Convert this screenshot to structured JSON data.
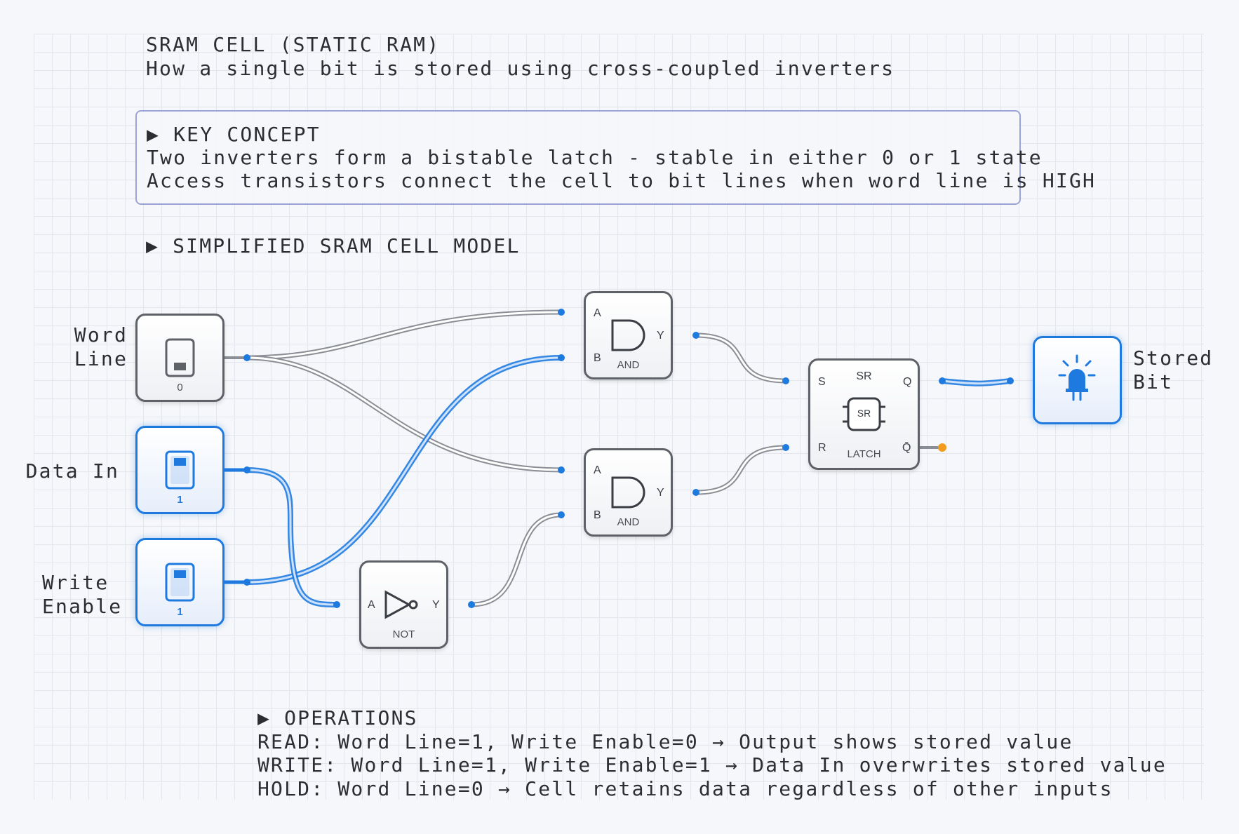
{
  "header": {
    "title": "SRAM CELL (STATIC RAM)",
    "subtitle": "How a single bit is stored using cross-coupled inverters"
  },
  "concept": {
    "heading": "▶ KEY CONCEPT",
    "line1": "Two inverters form a bistable latch - stable in either 0 or 1 state",
    "line2": "Access transistors connect the cell to bit lines when word line is HIGH"
  },
  "model": {
    "heading": "▶ SIMPLIFIED SRAM CELL MODEL"
  },
  "inputs": {
    "word_line": {
      "label_1": "Word",
      "label_2": "Line",
      "value": "0"
    },
    "data_in": {
      "label": "Data In",
      "value": "1"
    },
    "write_enable": {
      "label_1": "Write",
      "label_2": "Enable",
      "value": "1"
    }
  },
  "gates": {
    "and_top": {
      "type": "AND",
      "in_a": "A",
      "in_b": "B",
      "out": "Y"
    },
    "and_bottom": {
      "type": "AND",
      "in_a": "A",
      "in_b": "B",
      "out": "Y"
    },
    "not": {
      "type": "NOT",
      "in_a": "A",
      "out": "Y"
    },
    "latch": {
      "title": "SR",
      "inner": "SR",
      "type": "LATCH",
      "s": "S",
      "r": "R",
      "q": "Q",
      "qbar": "Q̄"
    }
  },
  "output": {
    "label_1": "Stored",
    "label_2": "Bit"
  },
  "operations": {
    "heading": "▶ OPERATIONS",
    "read": "READ: Word Line=1, Write Enable=0 → Output shows stored value",
    "write": "WRITE: Word Line=1, Write Enable=1 → Data In overwrites stored value",
    "hold": "HOLD: Word Line=0 → Cell retains data regardless of other inputs"
  },
  "colors": {
    "active": "#1f7ae0",
    "inactive": "#9a9da4",
    "pin_warning": "#f29b1d"
  }
}
